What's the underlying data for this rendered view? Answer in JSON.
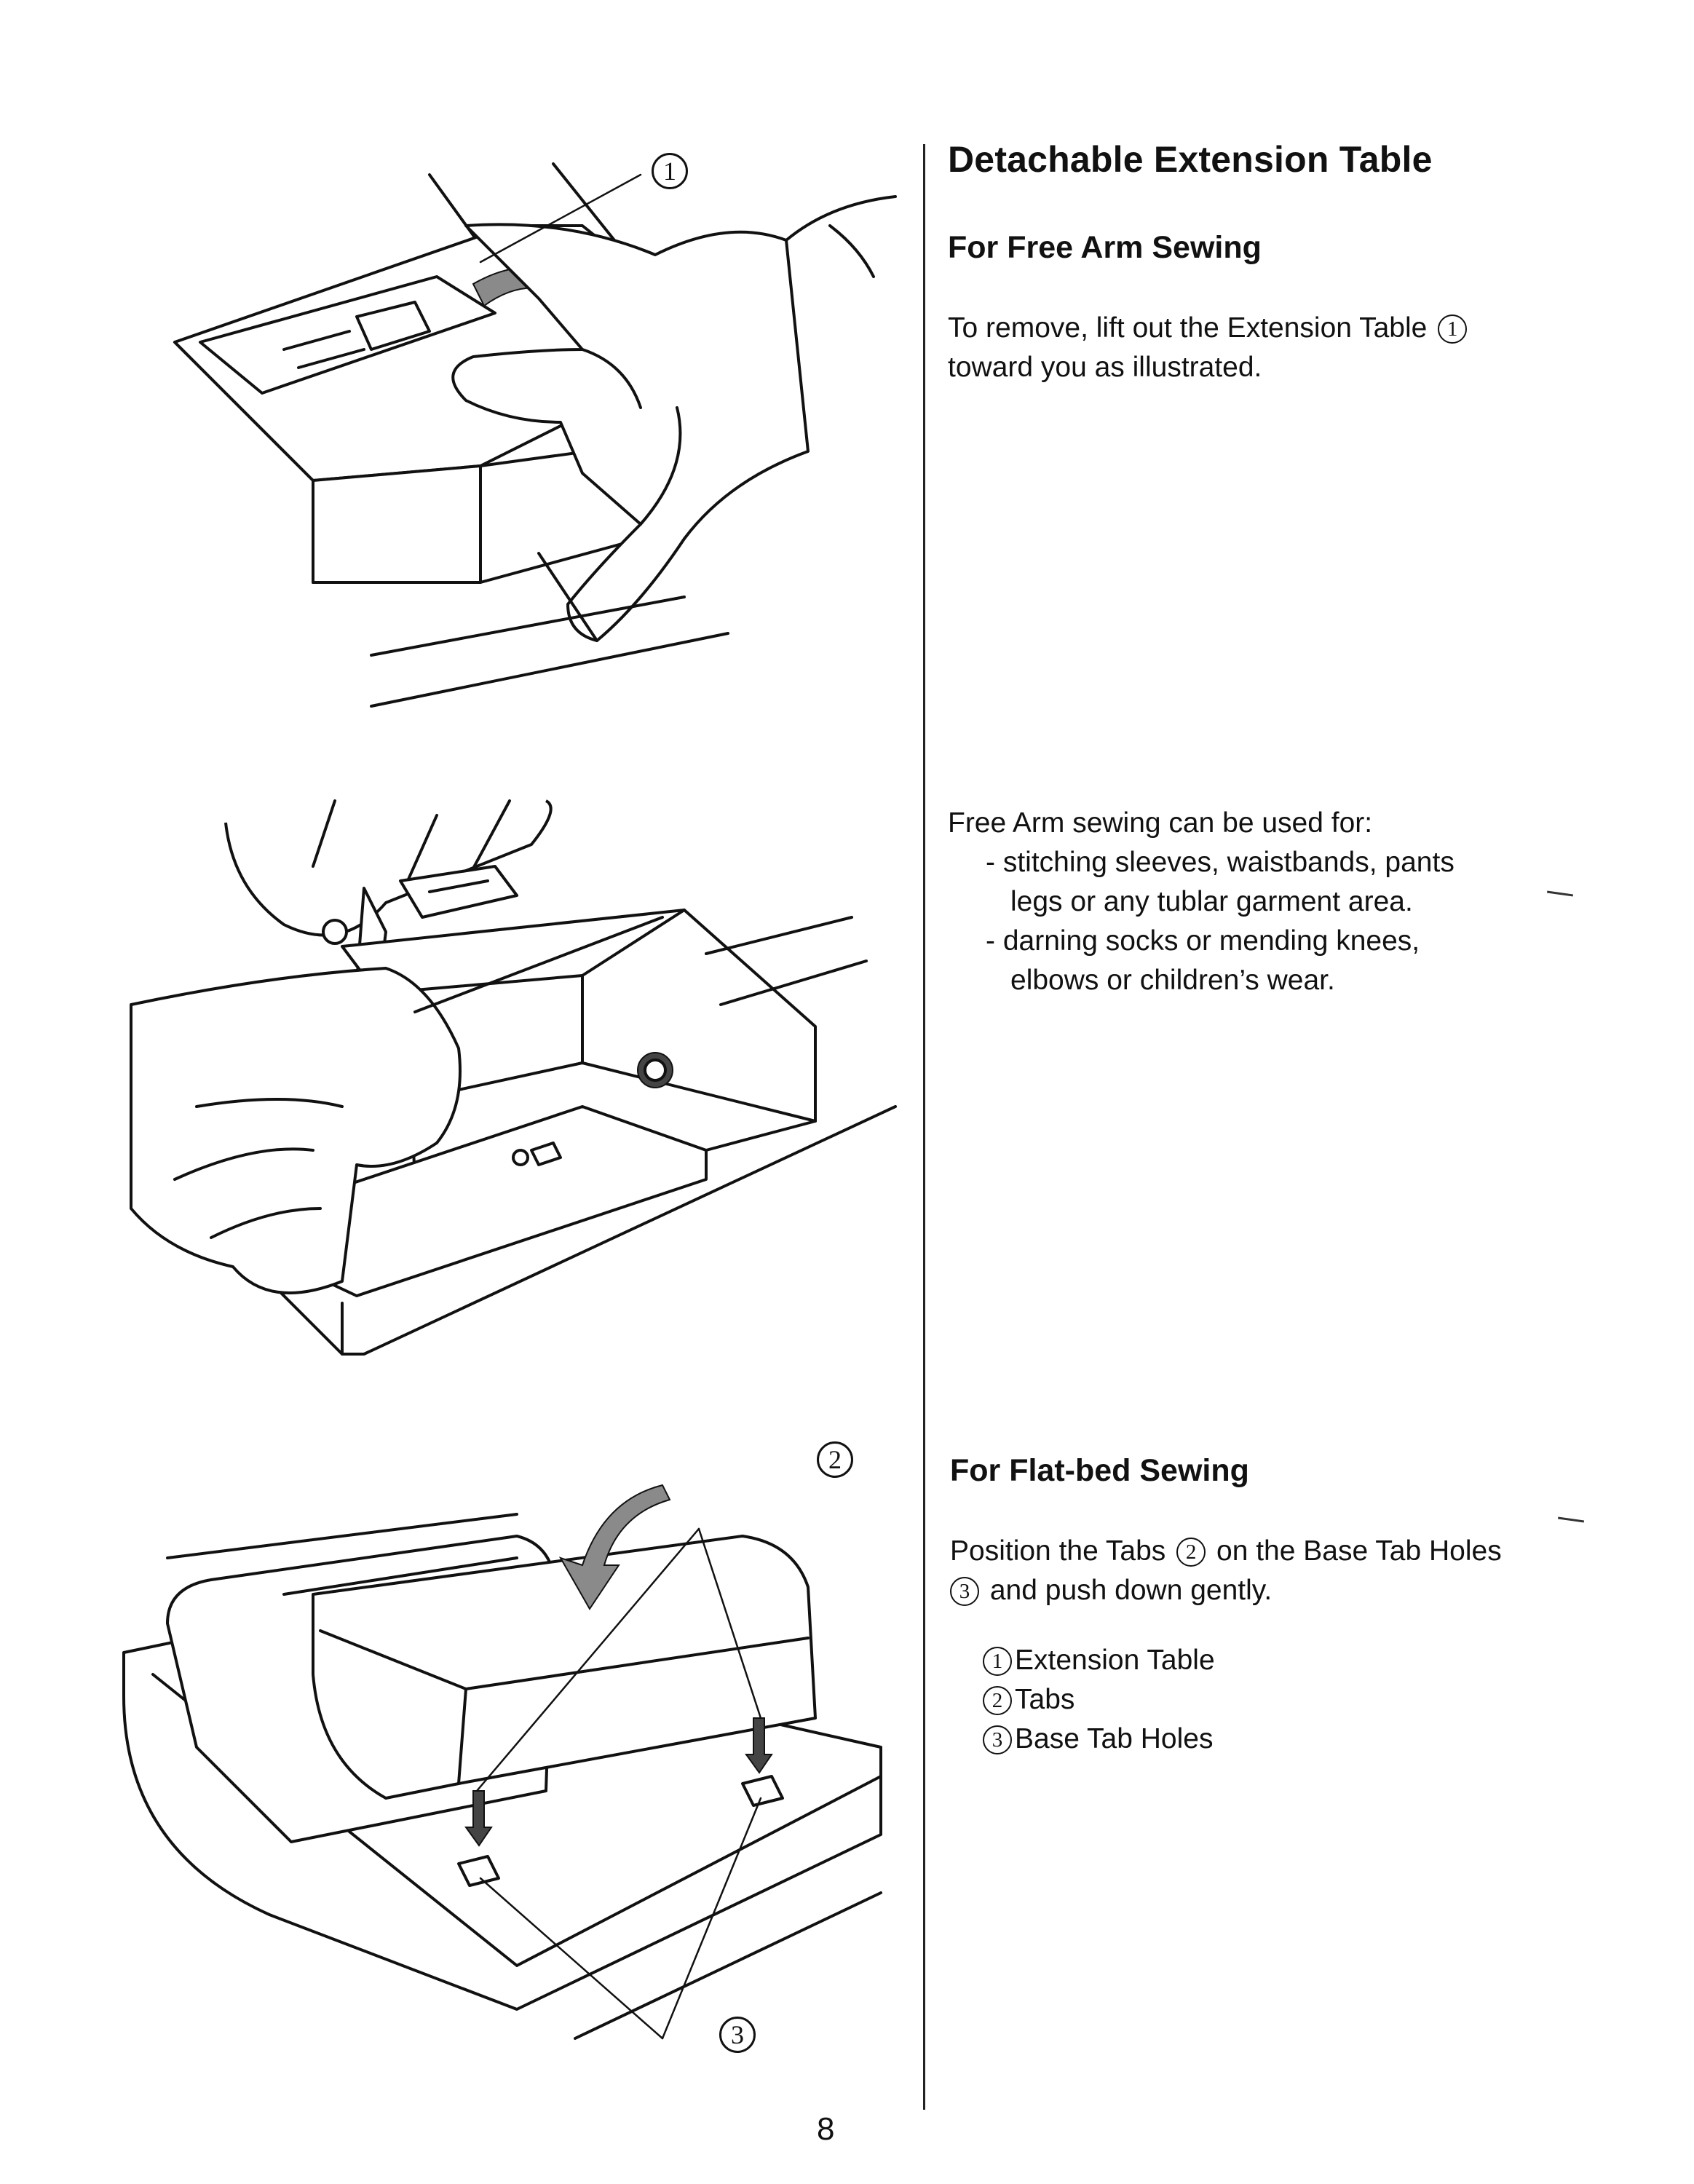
{
  "section_title": "Detachable Extension Table",
  "free_arm": {
    "heading": "For Free Arm Sewing",
    "remove_text": "To remove, lift out the Extension Table",
    "remove_callout": "1",
    "remove_text_2": "toward you as illustrated.",
    "uses_intro": "Free Arm sewing can be used for:",
    "uses": [
      "- stitching sleeves, waistbands, pants",
      "legs or any tublar garment area.",
      "- darning socks or mending knees,",
      "elbows or children’s wear."
    ]
  },
  "flat_bed": {
    "heading": "For Flat-bed Sewing",
    "text_a": "Position the Tabs",
    "callout_a": "2",
    "text_b": "on the Base Tab Holes",
    "callout_b": "3",
    "text_c": "and push down gently."
  },
  "legend": [
    {
      "num": "1",
      "label": "Extension Table"
    },
    {
      "num": "2",
      "label": "Tabs"
    },
    {
      "num": "3",
      "label": "Base Tab Holes"
    }
  ],
  "figure_callouts": {
    "fig1": "1",
    "fig3_tabs": "2",
    "fig3_holes": "3"
  },
  "page_number": "8"
}
